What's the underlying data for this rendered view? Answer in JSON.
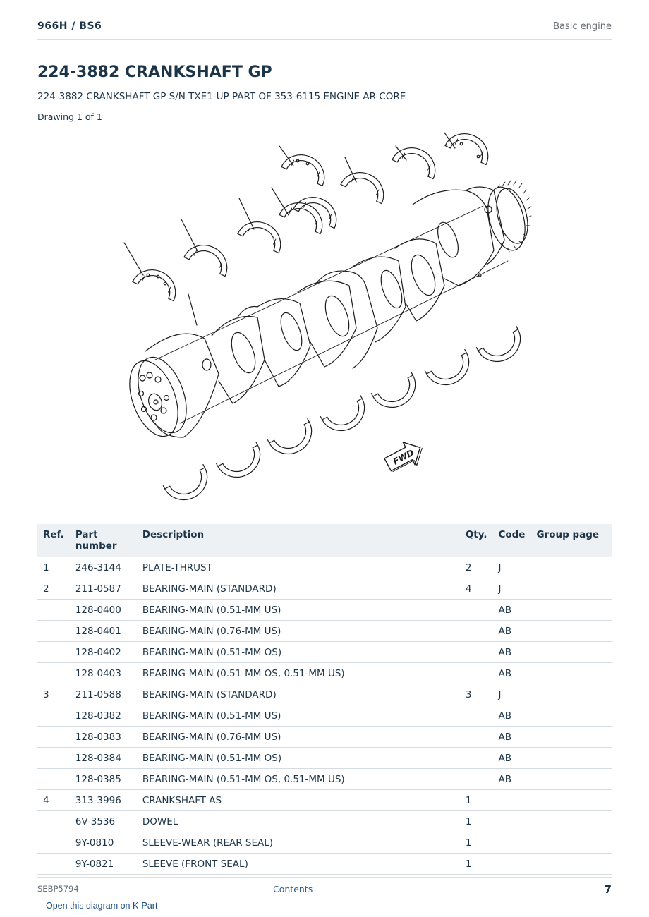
{
  "header": {
    "model": "966H  /  BS6",
    "section": "Basic engine"
  },
  "title": "224-3882 CRANKSHAFT GP",
  "subtitle": "224-3882 CRANKSHAFT GP S/N TXE1-UP PART OF 353-6115 ENGINE AR-CORE",
  "drawing_label": "Drawing 1 of 1",
  "diagram": {
    "fwd_label": "FWD"
  },
  "table": {
    "headers": {
      "ref": "Ref.",
      "part": "Part number",
      "desc": "Description",
      "qty": "Qty.",
      "code": "Code",
      "group": "Group page"
    },
    "rows": [
      {
        "ref": "1",
        "part": "246-3144",
        "desc": "PLATE-THRUST",
        "qty": "2",
        "code": "J",
        "group": ""
      },
      {
        "ref": "2",
        "part": "211-0587",
        "desc": "BEARING-MAIN (STANDARD)",
        "qty": "4",
        "code": "J",
        "group": ""
      },
      {
        "ref": "",
        "part": "128-0400",
        "desc": "BEARING-MAIN (0.51-MM US)",
        "qty": "",
        "code": "AB",
        "group": ""
      },
      {
        "ref": "",
        "part": "128-0401",
        "desc": "BEARING-MAIN (0.76-MM US)",
        "qty": "",
        "code": "AB",
        "group": ""
      },
      {
        "ref": "",
        "part": "128-0402",
        "desc": "BEARING-MAIN (0.51-MM OS)",
        "qty": "",
        "code": "AB",
        "group": ""
      },
      {
        "ref": "",
        "part": "128-0403",
        "desc": "BEARING-MAIN (0.51-MM OS, 0.51-MM US)",
        "qty": "",
        "code": "AB",
        "group": ""
      },
      {
        "ref": "3",
        "part": "211-0588",
        "desc": "BEARING-MAIN (STANDARD)",
        "qty": "3",
        "code": "J",
        "group": ""
      },
      {
        "ref": "",
        "part": "128-0382",
        "desc": "BEARING-MAIN (0.51-MM US)",
        "qty": "",
        "code": "AB",
        "group": ""
      },
      {
        "ref": "",
        "part": "128-0383",
        "desc": "BEARING-MAIN (0.76-MM US)",
        "qty": "",
        "code": "AB",
        "group": ""
      },
      {
        "ref": "",
        "part": "128-0384",
        "desc": "BEARING-MAIN (0.51-MM OS)",
        "qty": "",
        "code": "AB",
        "group": ""
      },
      {
        "ref": "",
        "part": "128-0385",
        "desc": "BEARING-MAIN (0.51-MM OS, 0.51-MM US)",
        "qty": "",
        "code": "AB",
        "group": ""
      },
      {
        "ref": "4",
        "part": "313-3996",
        "desc": "CRANKSHAFT AS",
        "qty": "1",
        "code": "",
        "group": ""
      },
      {
        "ref": "",
        "part": "6V-3536",
        "desc": "DOWEL",
        "qty": "1",
        "code": "",
        "group": ""
      },
      {
        "ref": "",
        "part": "9Y-0810",
        "desc": "SLEEVE-WEAR (REAR SEAL)",
        "qty": "1",
        "code": "",
        "group": ""
      },
      {
        "ref": "",
        "part": "9Y-0821",
        "desc": "SLEEVE (FRONT SEAL)",
        "qty": "1",
        "code": "",
        "group": ""
      }
    ]
  },
  "footer": {
    "doc_number": "SEBP5794",
    "contents_link": "Contents",
    "page_number": "7",
    "kpart_link": "Open this diagram on K-Part"
  }
}
